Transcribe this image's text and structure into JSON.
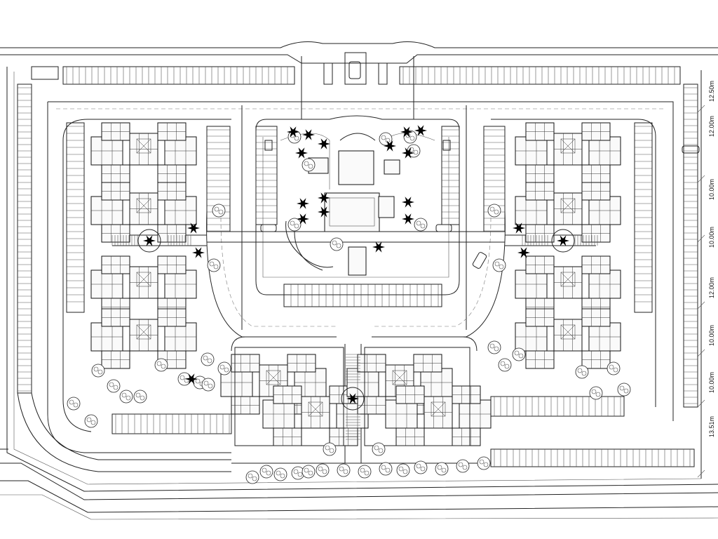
{
  "drawing": {
    "type": "site-plan",
    "background": "#ffffff",
    "line_color": "#222222"
  },
  "dimensions": {
    "right_margin": [
      "12.50m",
      "12.00m",
      "10.00m",
      "10.00m",
      "12.00m",
      "10.00m",
      "10.00m",
      "13.51m"
    ]
  }
}
